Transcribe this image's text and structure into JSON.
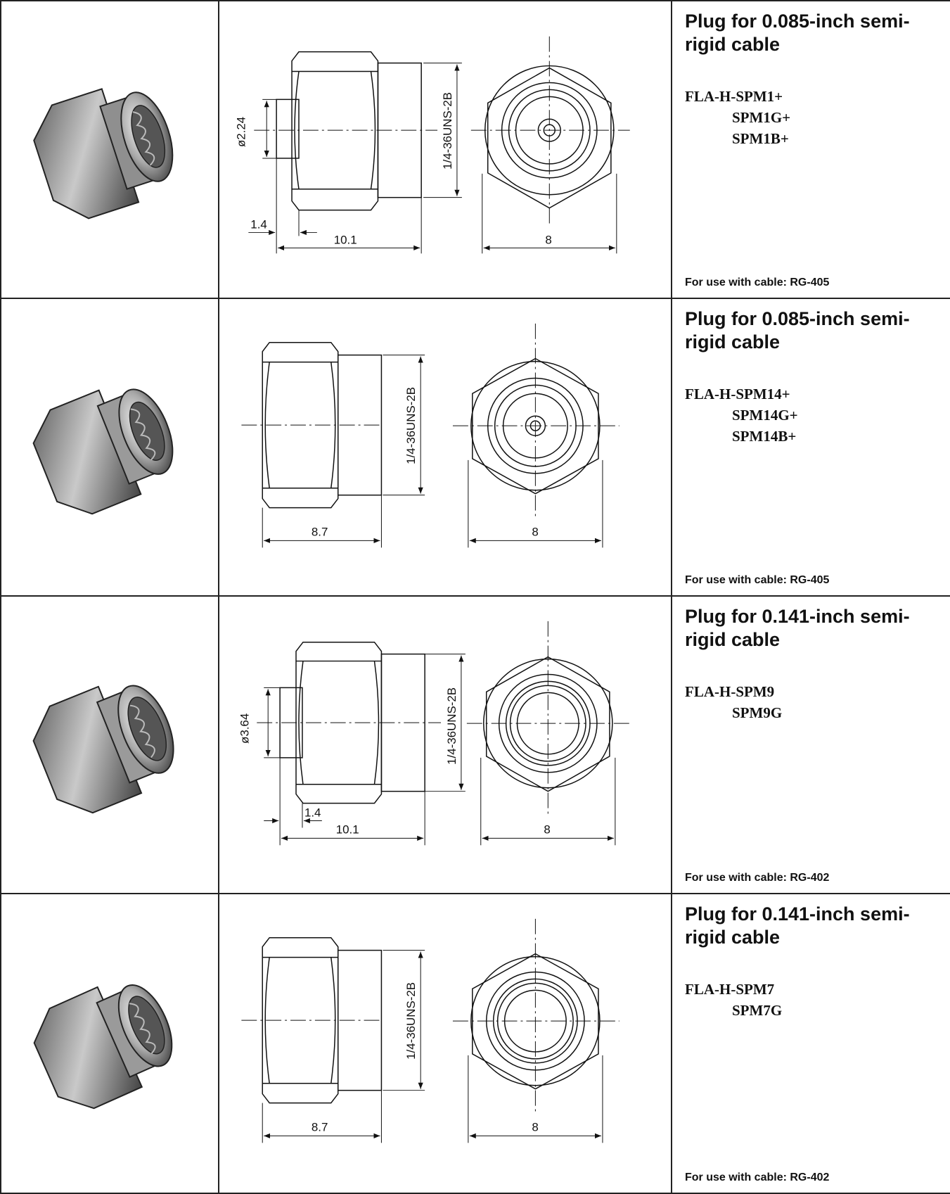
{
  "rows": [
    {
      "title": "Plug for 0.085-inch semi-rigid cable",
      "part_main": "FLA-H-SPM1+",
      "part_variants": [
        "SPM1G+",
        "SPM1B+"
      ],
      "cable_label": "For use with cable:",
      "cable_value": "RG-405",
      "dim_thread": "1/4-36UNS-2B",
      "dim_diameter": "ø2.24",
      "dim_short": "1.4",
      "dim_length": "10.1",
      "dim_hex": "8"
    },
    {
      "title": "Plug for 0.085-inch semi-rigid cable",
      "part_main": "FLA-H-SPM14+",
      "part_variants": [
        "SPM14G+",
        "SPM14B+"
      ],
      "cable_label": "For use with cable:",
      "cable_value": "RG-405",
      "dim_thread": "1/4-36UNS-2B",
      "dim_length": "8.7",
      "dim_hex": "8"
    },
    {
      "title": "Plug for 0.141-inch semi-rigid cable",
      "part_main": "FLA-H-SPM9",
      "part_variants": [
        "SPM9G"
      ],
      "cable_label": "For use with cable:",
      "cable_value": "RG-402",
      "dim_thread": "1/4-36UNS-2B",
      "dim_diameter": "ø3.64",
      "dim_short": "1.4",
      "dim_length": "10.1",
      "dim_hex": "8"
    },
    {
      "title": "Plug for 0.141-inch semi-rigid cable",
      "part_main": "FLA-H-SPM7",
      "part_variants": [
        "SPM7G"
      ],
      "cable_label": "For use with cable:",
      "cable_value": "RG-402",
      "dim_thread": "1/4-36UNS-2B",
      "dim_length": "8.7",
      "dim_hex": "8"
    }
  ]
}
